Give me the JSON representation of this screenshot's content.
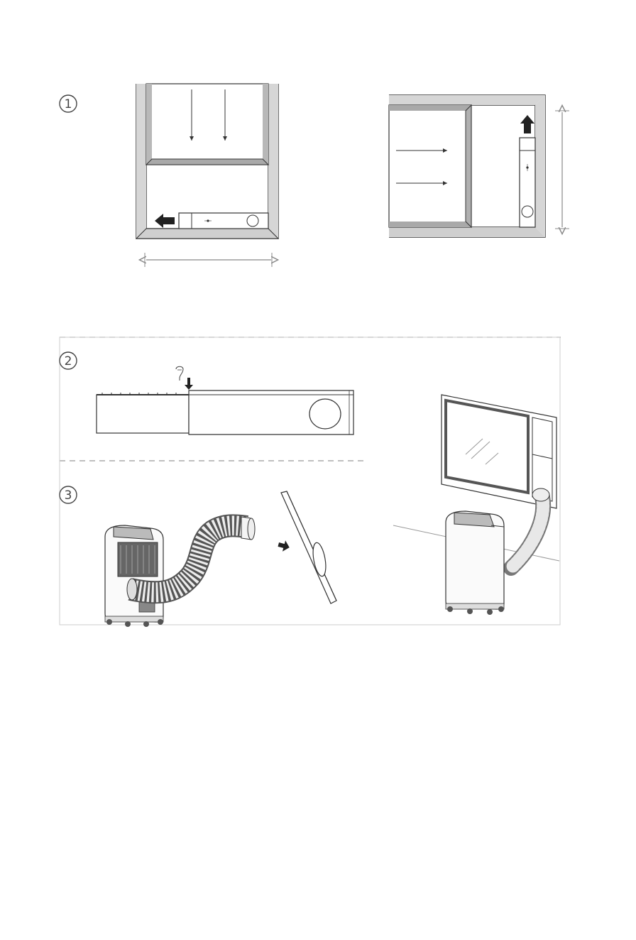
{
  "steps": [
    {
      "number": "1"
    },
    {
      "number": "2"
    },
    {
      "number": "3"
    }
  ],
  "colors": {
    "line": "#333333",
    "frame_fill": "#bdbdbd",
    "dash": "#999999",
    "background": "#ffffff"
  },
  "icons": [
    "screw-icon",
    "arrow-icon",
    "ac-unit-icon",
    "hose-icon",
    "window-icon"
  ]
}
